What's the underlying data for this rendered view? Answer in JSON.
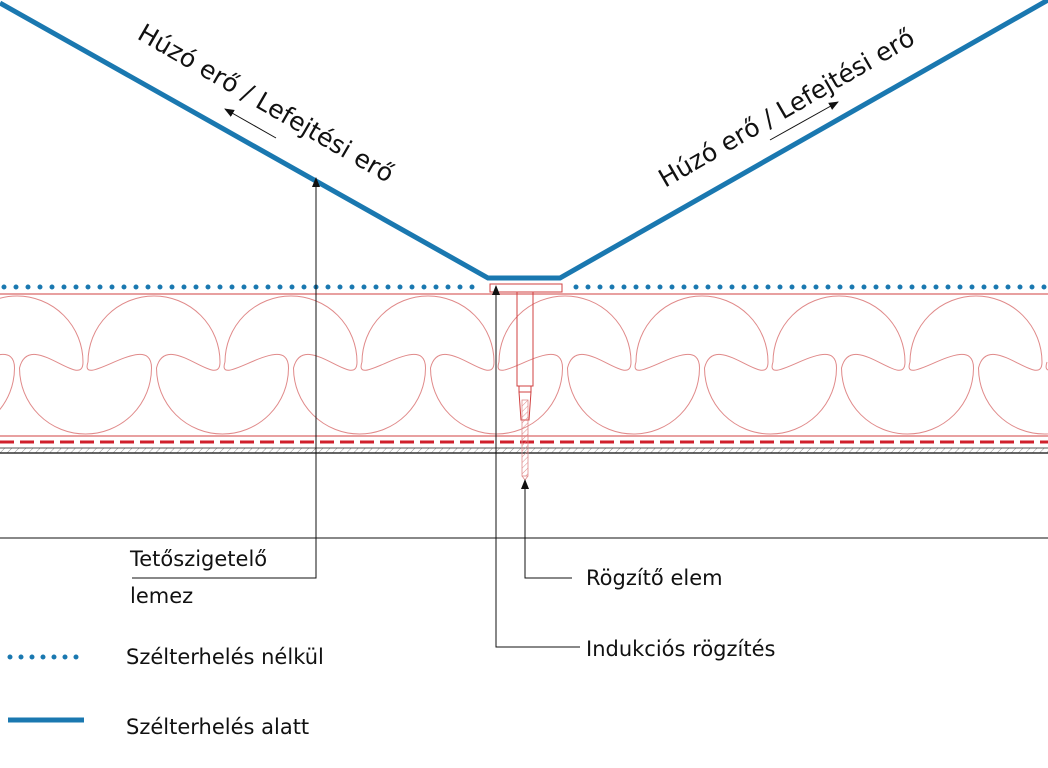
{
  "colors": {
    "membrane": "#1a78b0",
    "insulation": "#e08a8a",
    "insulation_edge": "#d04040",
    "vapor_barrier": "#d0202c",
    "leader": "#111111",
    "deck": "#555555"
  },
  "force_labels": {
    "left": "Húzó erő / Lefejtési erő",
    "right": "Húzó erő / Lefejtési erő"
  },
  "callouts": {
    "membrane": {
      "line1": "Tetőszigetelő",
      "line2": "lemez"
    },
    "fastener": "Rögzítő elem",
    "induction": "Indukciós rögzítés"
  },
  "legend": [
    {
      "style": "dotted",
      "label": "Szélterhelés nélkül"
    },
    {
      "style": "solid",
      "label": "Szélterhelés alatt"
    }
  ]
}
